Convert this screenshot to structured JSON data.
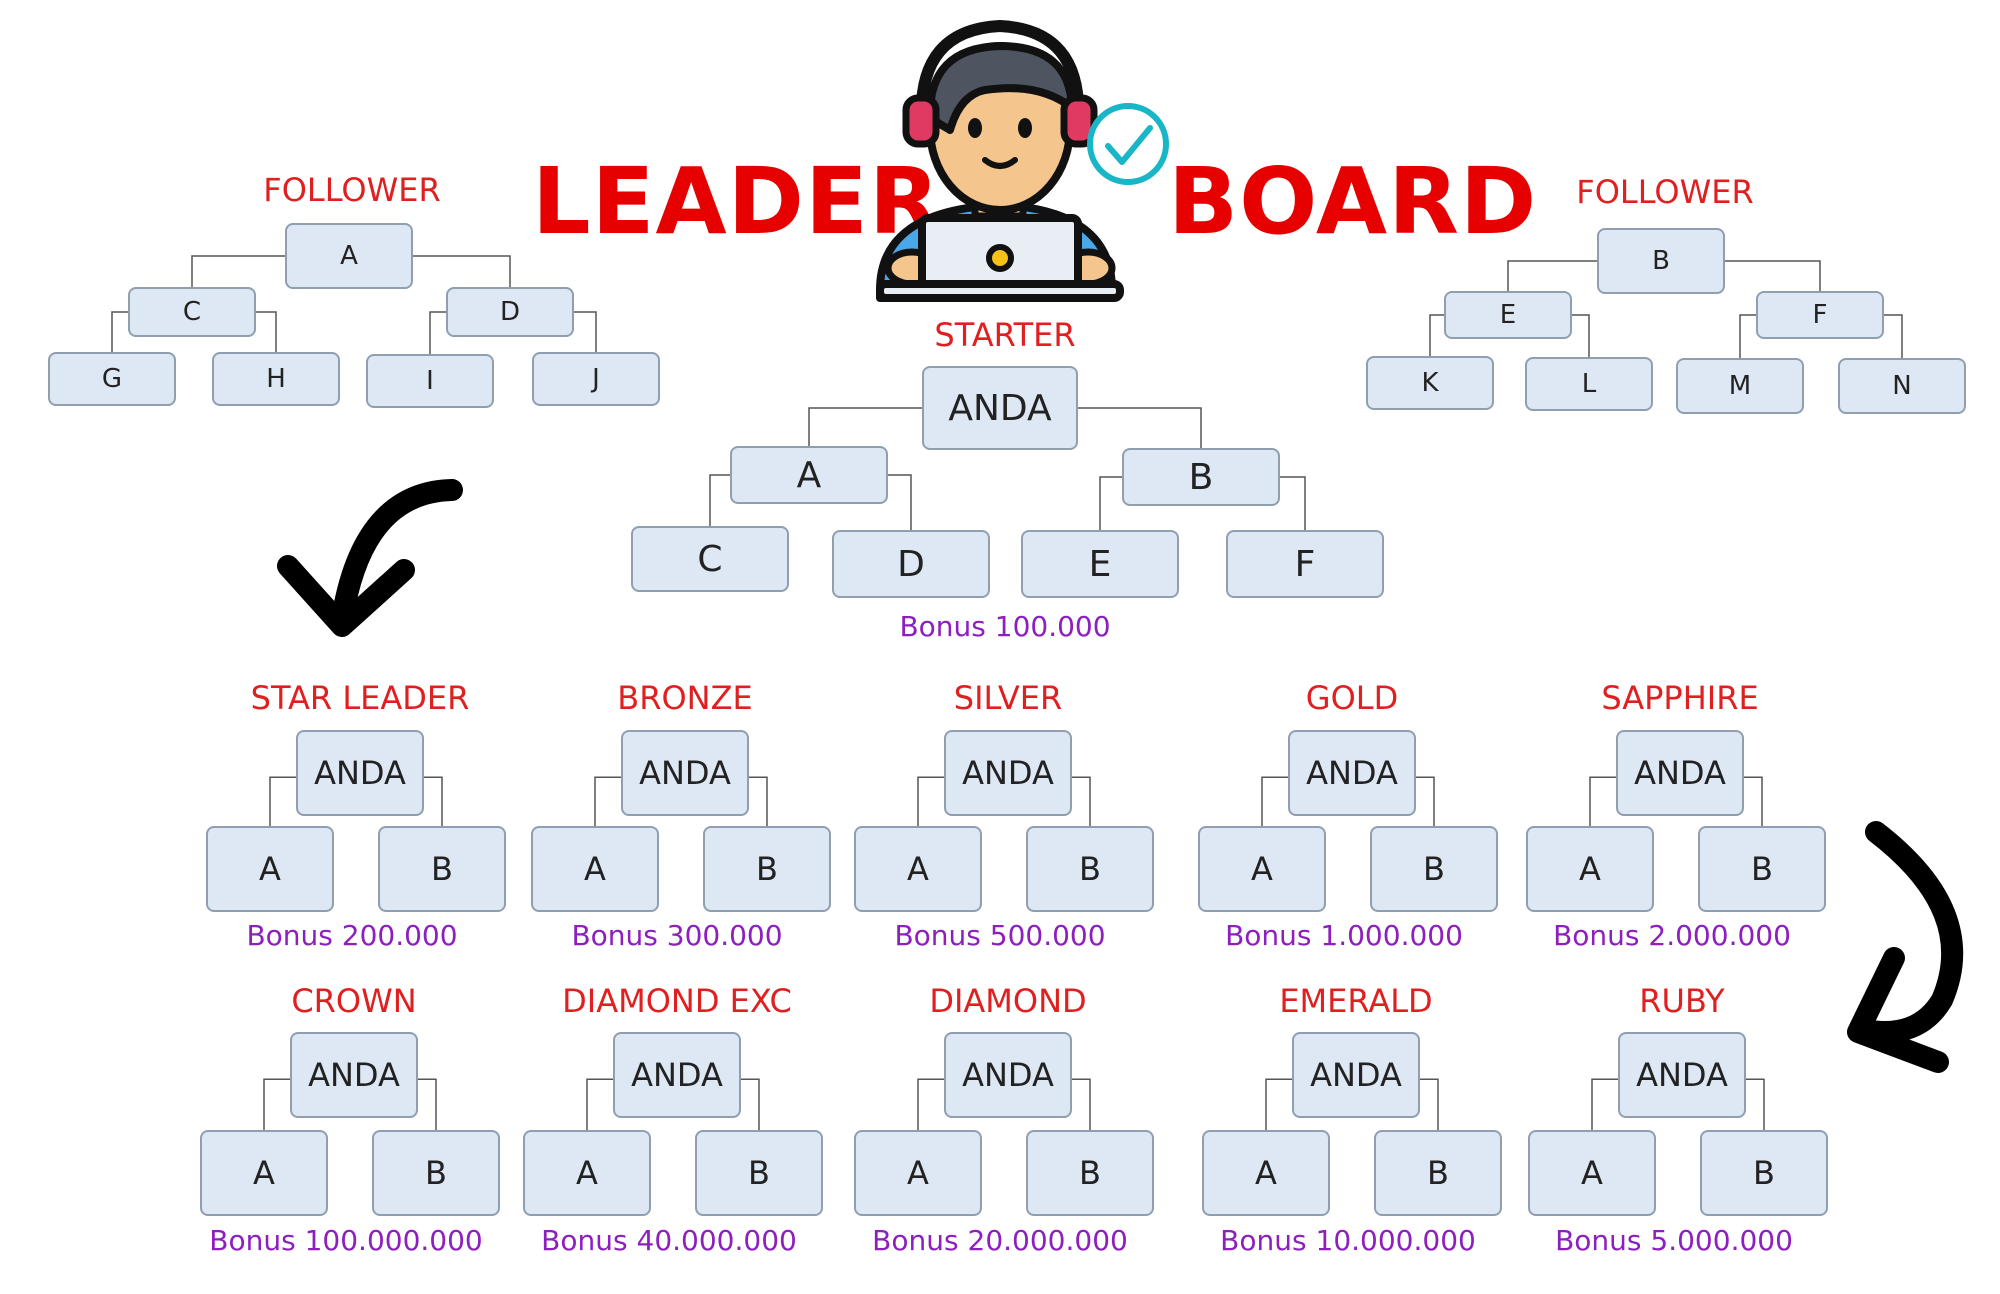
{
  "header": {
    "title_left": "LEADER",
    "title_right": "BOARD",
    "icon": "person-with-headset-laptop-icon",
    "check_icon": "check-circle-icon"
  },
  "colors": {
    "rank": "#e02020",
    "bonus": "#8e1fbf",
    "title": "#e60000",
    "node_fill": "#dde8f4",
    "node_border": "#8f9fb0"
  },
  "followers": [
    {
      "label": "FOLLOWER",
      "root": "A",
      "left": "C",
      "right": "D",
      "ll": "G",
      "lr": "H",
      "rl": "I",
      "rr": "J"
    },
    {
      "label": "FOLLOWER",
      "root": "B",
      "left": "E",
      "right": "F",
      "ll": "K",
      "lr": "L",
      "rl": "M",
      "rr": "N"
    }
  ],
  "starter": {
    "label": "STARTER",
    "root": "ANDA",
    "left": "A",
    "right": "B",
    "ll": "C",
    "lr": "D",
    "rl": "E",
    "rr": "F",
    "bonus": "Bonus 100.000"
  },
  "ranks": [
    {
      "label": "STAR LEADER",
      "root": "ANDA",
      "left": "A",
      "right": "B",
      "bonus": "Bonus 200.000"
    },
    {
      "label": "BRONZE",
      "root": "ANDA",
      "left": "A",
      "right": "B",
      "bonus": "Bonus 300.000"
    },
    {
      "label": "SILVER",
      "root": "ANDA",
      "left": "A",
      "right": "B",
      "bonus": "Bonus 500.000"
    },
    {
      "label": "GOLD",
      "root": "ANDA",
      "left": "A",
      "right": "B",
      "bonus": "Bonus 1.000.000"
    },
    {
      "label": "SAPPHIRE",
      "root": "ANDA",
      "left": "A",
      "right": "B",
      "bonus": "Bonus 2.000.000"
    },
    {
      "label": "CROWN",
      "root": "ANDA",
      "left": "A",
      "right": "B",
      "bonus": "Bonus 100.000.000"
    },
    {
      "label": "DIAMOND EXC",
      "root": "ANDA",
      "left": "A",
      "right": "B",
      "bonus": "Bonus 40.000.000"
    },
    {
      "label": "DIAMOND",
      "root": "ANDA",
      "left": "A",
      "right": "B",
      "bonus": "Bonus 20.000.000"
    },
    {
      "label": "EMERALD",
      "root": "ANDA",
      "left": "A",
      "right": "B",
      "bonus": "Bonus 10.000.000"
    },
    {
      "label": "RUBY",
      "root": "ANDA",
      "left": "A",
      "right": "B",
      "bonus": "Bonus 5.000.000"
    }
  ]
}
